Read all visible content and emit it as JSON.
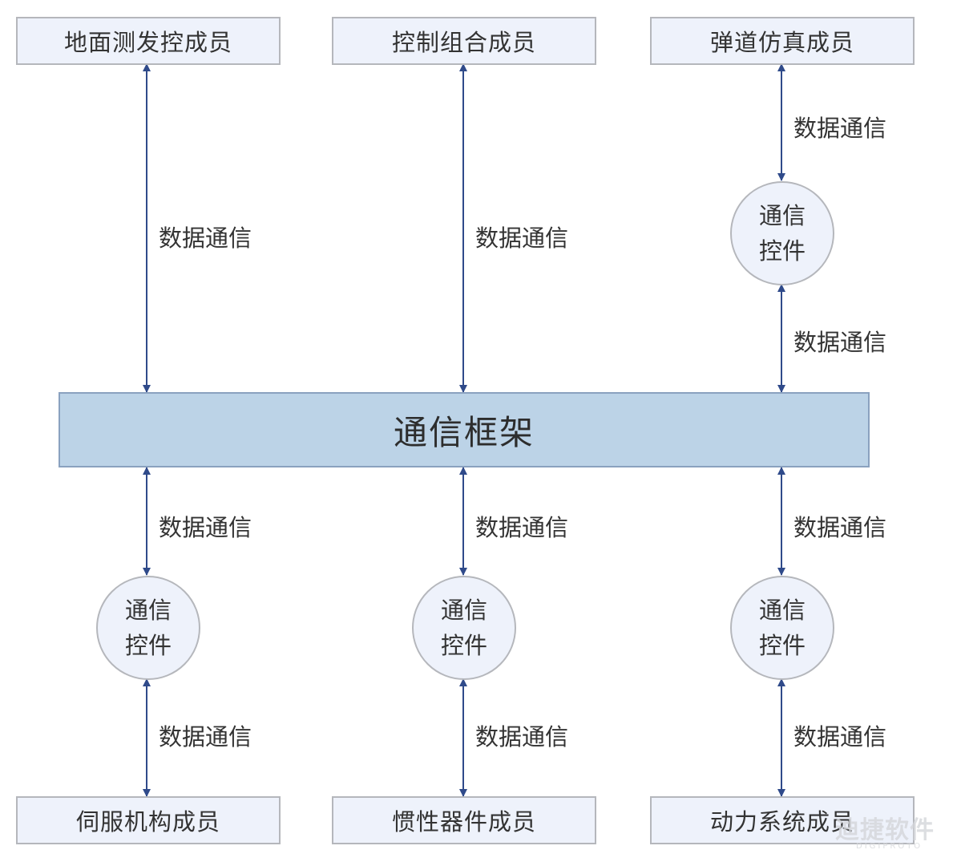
{
  "top_members": [
    "地面测发控成员",
    "控制组合成员",
    "弹道仿真成员"
  ],
  "bottom_members": [
    "伺服机构成员",
    "惯性器件成员",
    "动力系统成员"
  ],
  "framework": "通信框架",
  "control": {
    "line1": "通信",
    "line2": "控件"
  },
  "edge_label": "数据通信",
  "watermark": {
    "main": "迪捷软件",
    "sub": "DIGIPROTO"
  },
  "colors": {
    "arrow": "#2f4a8a",
    "box_fill": "#eef2fb",
    "framework_fill": "#bcd3e7"
  }
}
